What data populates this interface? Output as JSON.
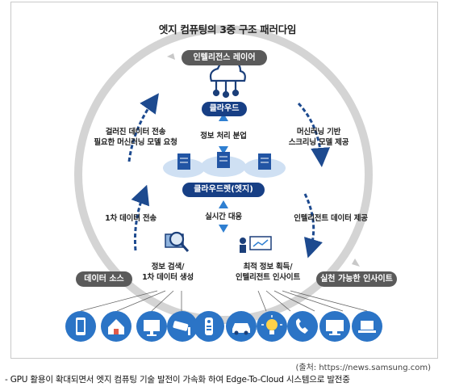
{
  "title": "엣지 컴퓨팅의 3중 구조 패러다임",
  "nodes": {
    "intelligence_layer": "인텔리전스 레이어",
    "cloud": "클라우드",
    "cloudlet": "클라우드렛(엣지)",
    "data_source": "데이터 소스",
    "actionable_insight": "실천 가능한 인사이트"
  },
  "labels": {
    "distributed_transfer": [
      "걸러진 데이터 전송",
      "필요한 머신러닝 모델 요청"
    ],
    "info_processing": "정보 처리 분업",
    "ml_delivery": [
      "머신러닝 기반",
      "스크리닝 모델 제공"
    ],
    "primary_transfer": "1차 데이터 전송",
    "realtime": "실시간 대응",
    "intelligent_data": "인텔리전트 데이터 제공",
    "info_search": [
      "정보 검색/",
      "1차 데이터 생성"
    ],
    "optimal_info": [
      "최적 정보 획득/",
      "인텔리전트 인사이트"
    ]
  },
  "devices": [
    "phone-icon",
    "smart-home-icon",
    "monitor-icon",
    "cctv-icon",
    "remote-icon",
    "car-icon",
    "bulb-icon",
    "telephone-icon",
    "tv-icon",
    "laptop-icon"
  ],
  "source": "(출처: https://news.samsung.com)",
  "caption": "- GPU 활용이 확대되면서 엣지 컴퓨팅 기술 발전이 가속화 하여 Edge-To-Cloud 시스템으로 발전중",
  "colors": {
    "navy": "#173f85",
    "grey_pill": "#5a5a5a",
    "circle": "#d6d6d6",
    "device": "#2b74c6",
    "cloud_light": "#dde9f6"
  }
}
